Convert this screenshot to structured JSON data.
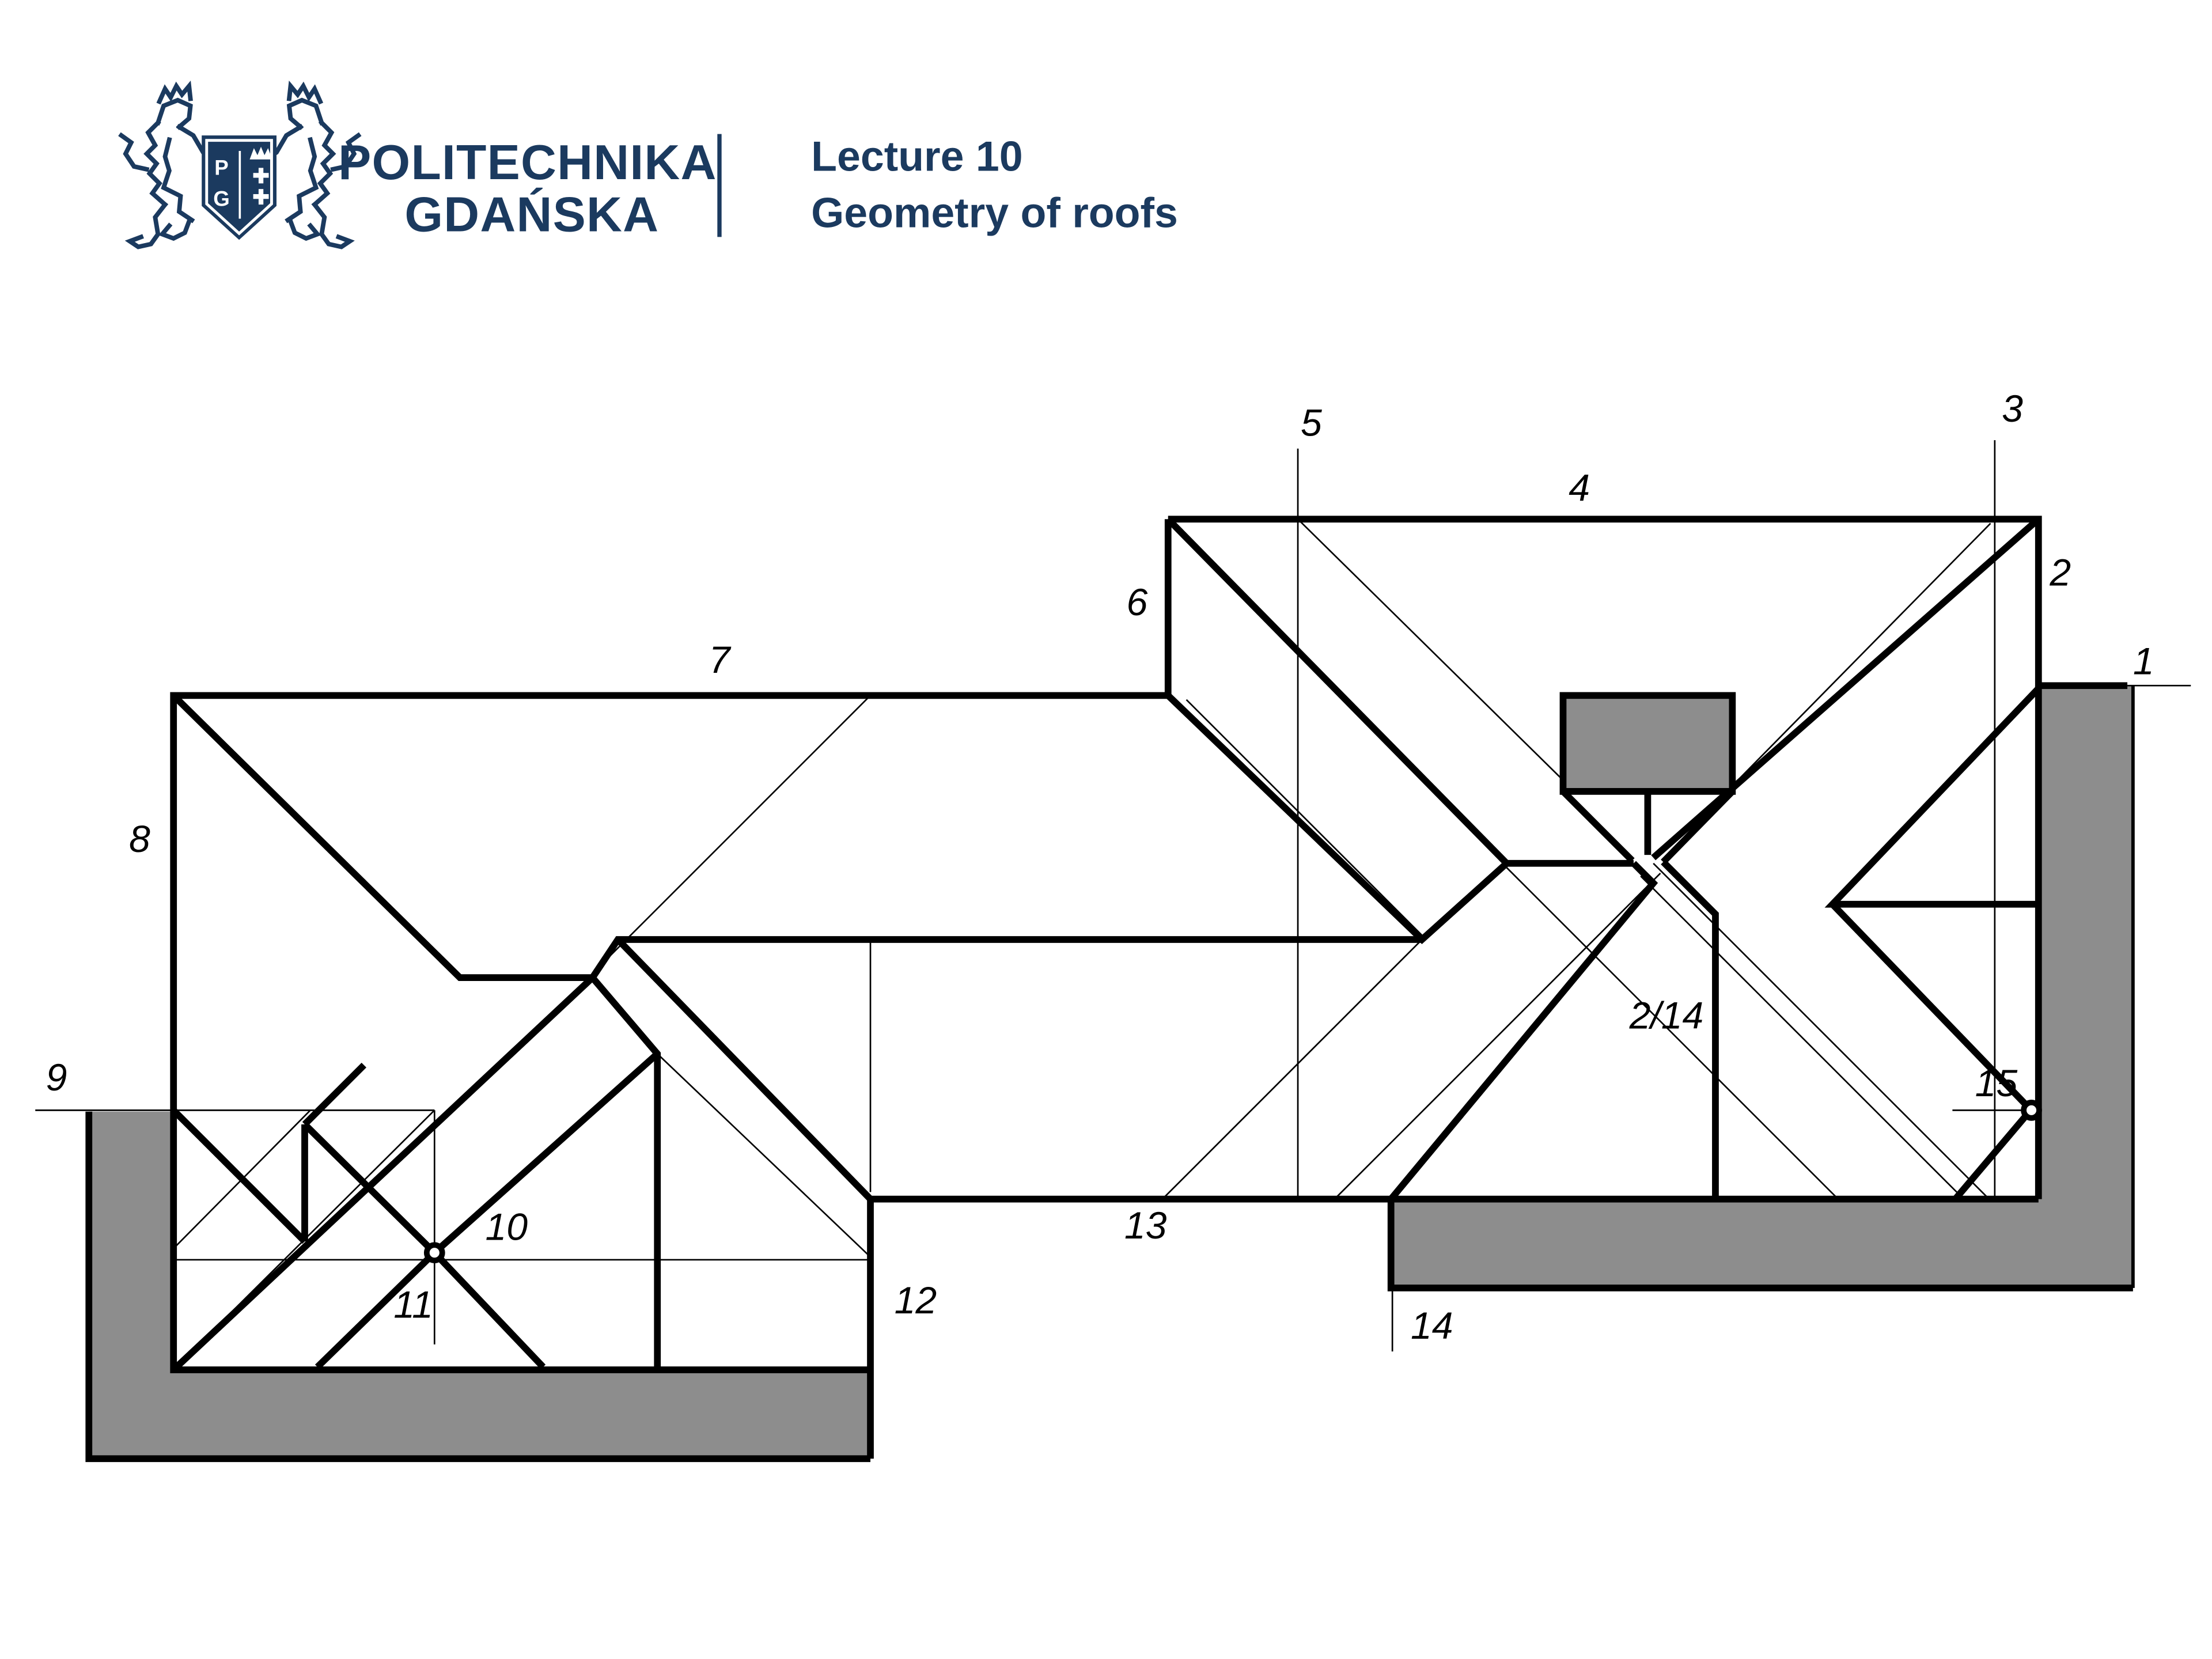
{
  "header": {
    "university_line1": "POLITECHNIKA",
    "university_line2": "GDAŃSKA",
    "lecture_title": "Lecture 10",
    "lecture_subtitle": "Geometry of roofs",
    "logo": {
      "letter_p": "P",
      "letter_g": "G"
    }
  },
  "drawing": {
    "description": "Roof plan exercise: two hip-roofed building wings with connecting middle wing, chimney, two roof drains, gray terrace areas, numbered reference lines",
    "labels": [
      {
        "id": "axis-1",
        "text": "1"
      },
      {
        "id": "axis-2",
        "text": "2"
      },
      {
        "id": "axis-3",
        "text": "3"
      },
      {
        "id": "axis-4",
        "text": "4"
      },
      {
        "id": "axis-5",
        "text": "5"
      },
      {
        "id": "axis-6",
        "text": "6"
      },
      {
        "id": "axis-7",
        "text": "7"
      },
      {
        "id": "axis-8",
        "text": "8"
      },
      {
        "id": "axis-9",
        "text": "9"
      },
      {
        "id": "axis-10",
        "text": "10"
      },
      {
        "id": "axis-11",
        "text": "11"
      },
      {
        "id": "axis-12",
        "text": "12"
      },
      {
        "id": "axis-13",
        "text": "13"
      },
      {
        "id": "axis-14",
        "text": "14"
      },
      {
        "id": "axis-15",
        "text": "15"
      },
      {
        "id": "axis-2-14",
        "text": "2/14"
      }
    ],
    "colors": {
      "brand_navy": "#1b3a5f",
      "line_black": "#000000",
      "fill_gray": "#8d8d8d",
      "background": "#ffffff"
    }
  }
}
